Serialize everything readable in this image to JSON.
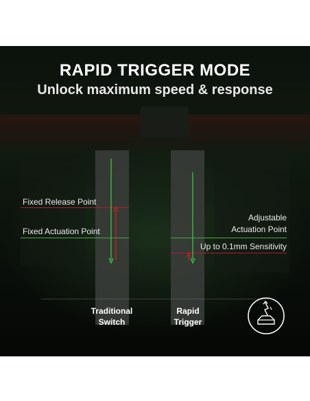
{
  "header": {
    "title": "RAPID TRIGGER MODE",
    "subtitle": "Unlock maximum speed & response"
  },
  "traditional": {
    "release_label": "Fixed Release Point",
    "actuation_label": "Fixed Actuation Point",
    "caption_line1": "Traditional",
    "caption_line2": "Switch"
  },
  "rapid": {
    "adjustable_line1": "Adjustable",
    "adjustable_line2": "Actuation Point",
    "sensitivity_label": "Up to 0.1mm Sensitivity",
    "caption_line1": "Rapid",
    "caption_line2": "Trigger"
  },
  "icon": "key-press-icon",
  "colors": {
    "panel_bg": "#0c120c",
    "release_line": "#b01e2a",
    "actuation_line": "#3fae3f",
    "arrow_green": "#3fd13f",
    "arrow_red": "#d42020",
    "text": "#ffffff"
  }
}
